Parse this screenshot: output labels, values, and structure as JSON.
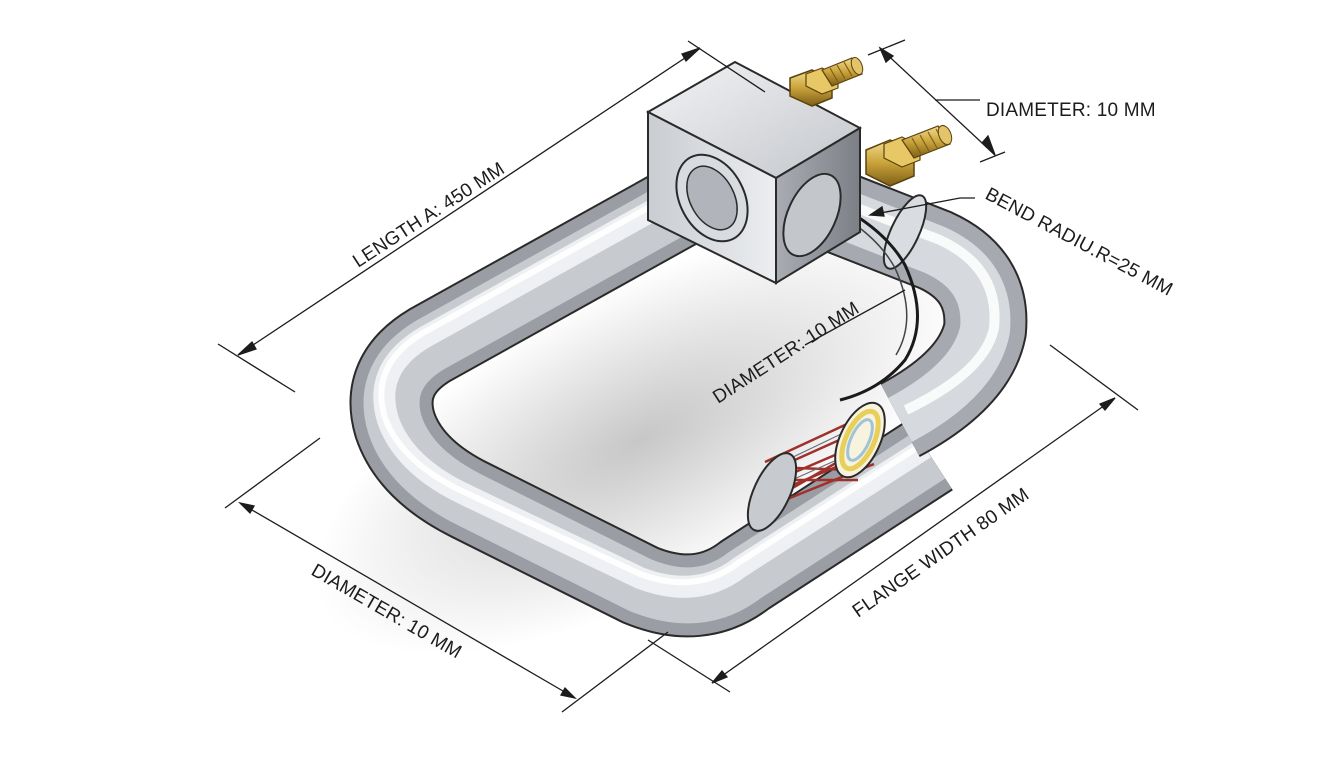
{
  "diagram": {
    "subject": "U-shaped tubular heating element with terminal block and brass terminals",
    "labels": {
      "length": "LENGTH A: 450 MM",
      "diameter_top": "DIAMETER:  10 MM",
      "bend_radius": "BEND RADIU.R=25 MM",
      "diameter_inner": "DIAMETER:  10 MM",
      "diameter_bottom": "DIAMETER:    10 MM",
      "flange_width": "FLANGE WIDTH 80 MM"
    },
    "colors": {
      "tube_light": "#f4f5f7",
      "tube_mid": "#b9bcc2",
      "tube_dark": "#6d7076",
      "outline": "#2a2a2a",
      "brass": "#c9a23a",
      "wire_red": "#a0302b",
      "insulation_yellow": "#e8cf5a",
      "dimension_line": "#1c1c1c"
    }
  }
}
